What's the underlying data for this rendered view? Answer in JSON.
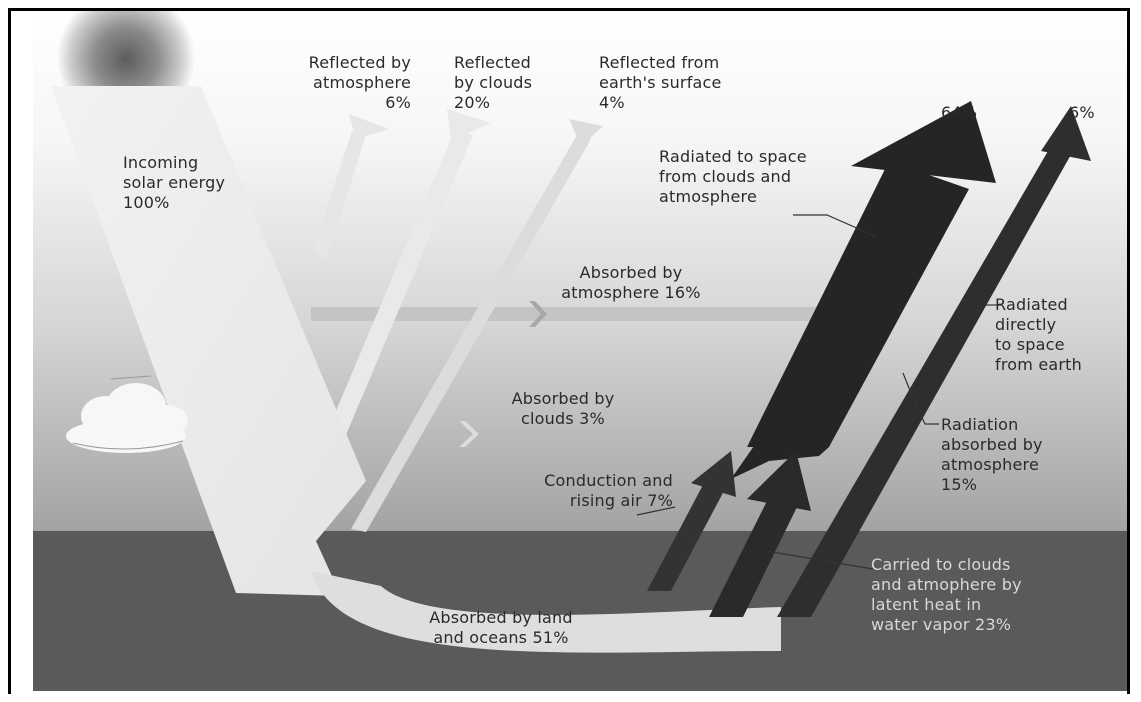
{
  "labels": {
    "incoming": "Incoming\nsolar energy\n100%",
    "reflected_atmosphere": "Reflected by\natmosphere\n6%",
    "reflected_clouds": "Reflected\nby clouds\n20%",
    "reflected_surface": "Reflected from\nearth's surface\n4%",
    "space_64": "64%",
    "space_6": "6%",
    "radiated_clouds_atmosphere": "Radiated to space\nfrom clouds and\natmosphere",
    "absorbed_atmosphere": "Absorbed by\natmosphere 16%",
    "absorbed_clouds": "Absorbed by\nclouds 3%",
    "radiated_directly": "Radiated\ndirectly\nto space\nfrom earth",
    "radiation_absorbed": "Radiation\nabsorbed by\natmosphere\n15%",
    "conduction": "Conduction and\nrising air 7%",
    "latent_heat": "Carried to clouds\nand atmophere by\nlatent heat in\nwater vapor 23%",
    "land_oceans": "Absorbed by land\nand oceans 51%"
  },
  "colors": {
    "sky_top": "#ffffff",
    "sky_bottom": "#9a9a9a",
    "ground": "#595959",
    "incoming_arrow": "#efefef",
    "reflected_arrow": "#e4e4e4",
    "dark_arrow": "#262626",
    "sun": "#6e6e6e"
  },
  "icons": [
    "sun-icon",
    "cloud-icon"
  ]
}
